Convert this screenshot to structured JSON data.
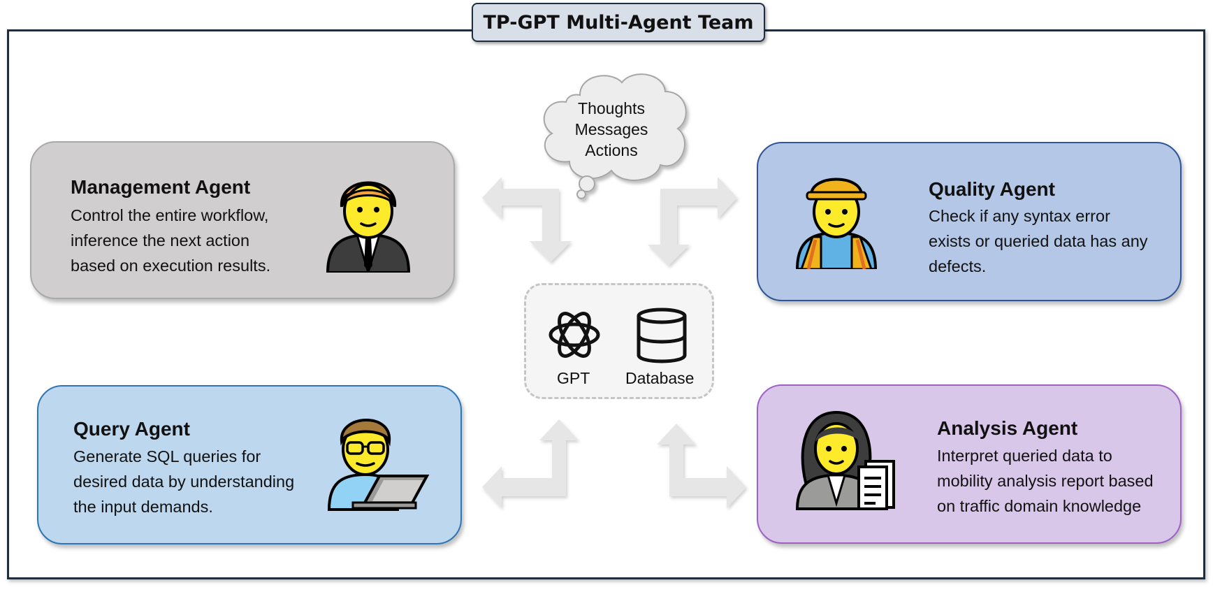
{
  "title": "TP-GPT Multi-Agent Team",
  "cloud": {
    "lines": [
      "Thoughts",
      "Messages",
      "Actions"
    ]
  },
  "center": {
    "gpt_label": "GPT",
    "database_label": "Database"
  },
  "agents": {
    "management": {
      "name": "Management Agent",
      "desc": [
        "Control the entire workflow,",
        "inference the next action",
        "based on execution results."
      ],
      "color": "#d0cece",
      "icon": "businessman-icon"
    },
    "quality": {
      "name": "Quality Agent",
      "desc": [
        "Check if any syntax error",
        "exists or queried data has any",
        "defects."
      ],
      "color": "#b4c7e7",
      "icon": "construction-worker-icon"
    },
    "query": {
      "name": "Query Agent",
      "desc": [
        "Generate SQL queries for",
        "desired data by understanding",
        "the input demands."
      ],
      "color": "#bdd7ee",
      "icon": "technologist-icon"
    },
    "analysis": {
      "name": "Analysis Agent",
      "desc": [
        "Interpret queried data to",
        "mobility analysis report based",
        "on traffic domain knowledge"
      ],
      "color": "#d9c7ea",
      "icon": "office-worker-icon"
    }
  }
}
